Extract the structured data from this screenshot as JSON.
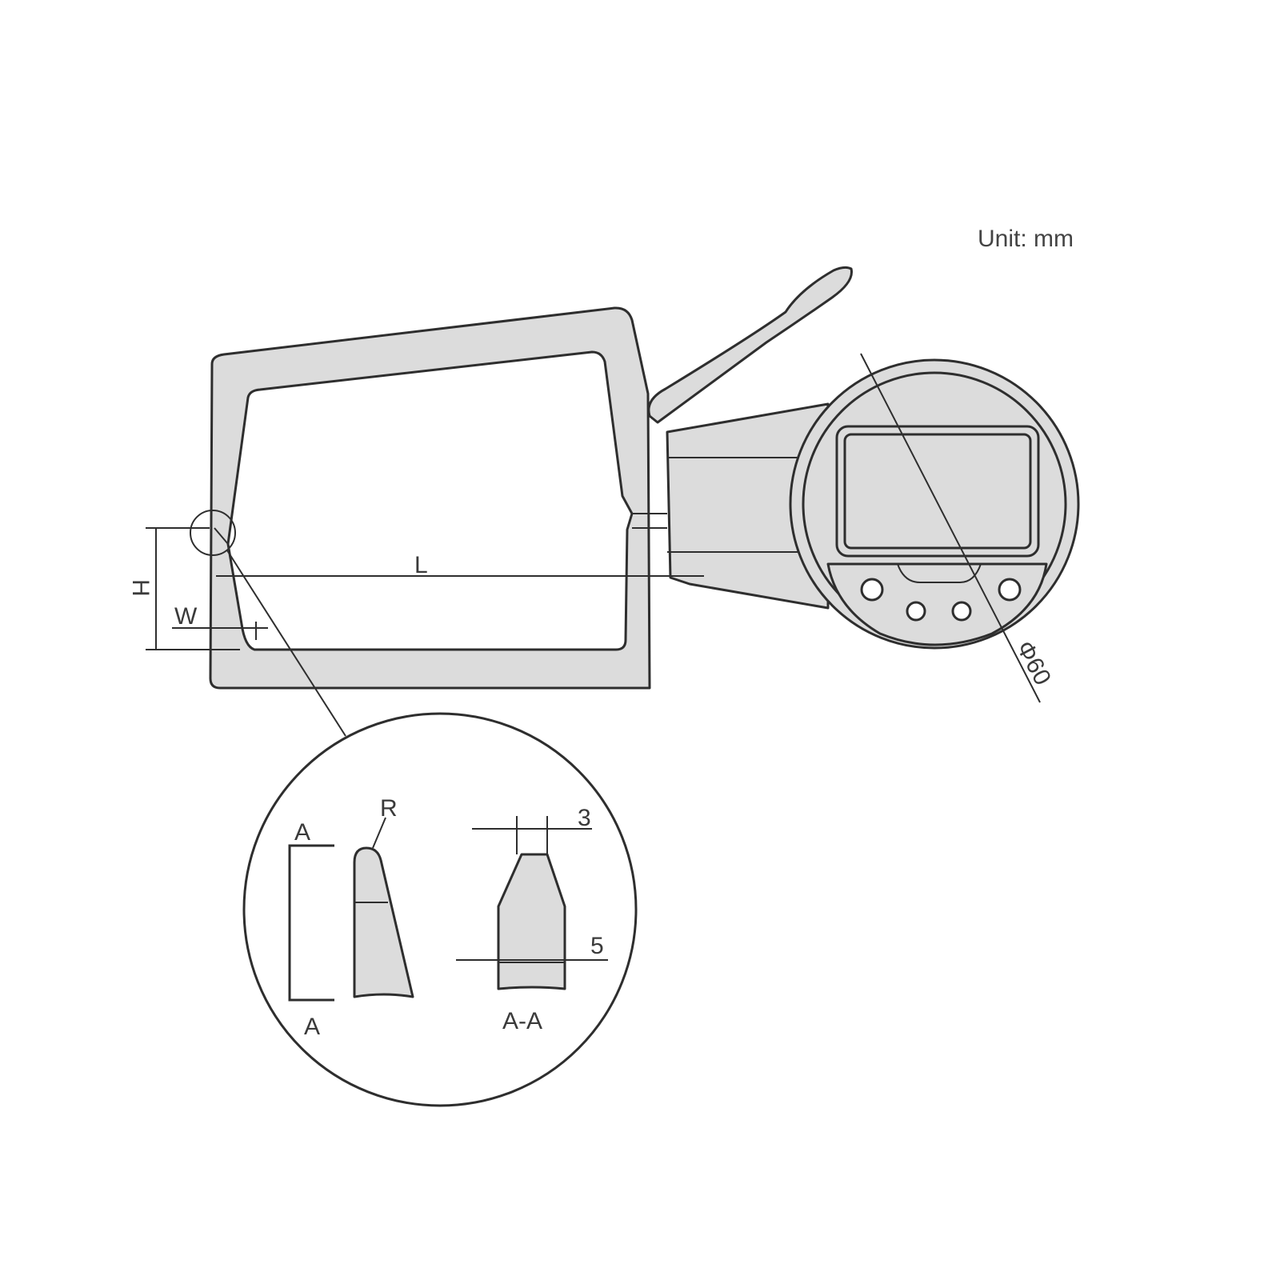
{
  "unit_label": "Unit: mm",
  "dimensions": {
    "length": "L",
    "height": "H",
    "width": "W",
    "dial_diameter": "Φ60"
  },
  "detail": {
    "section_mark_top": "A",
    "section_mark_bottom": "A",
    "radius": "R",
    "tip_width": "3",
    "body_width": "5",
    "section_label": "A-A"
  },
  "colors": {
    "body_fill": "#dcdcdc",
    "outline": "#2e2e2e"
  }
}
